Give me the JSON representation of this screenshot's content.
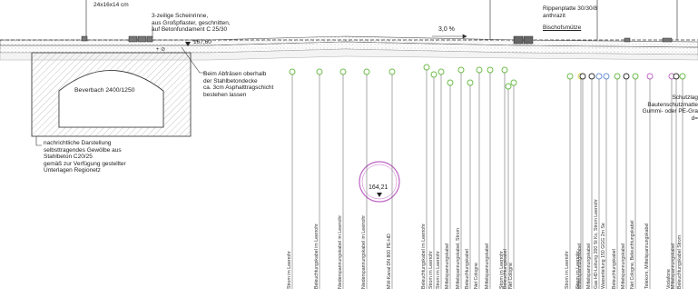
{
  "drawing": {
    "top_dimension": "24x16x14 cm",
    "header_fragment": "",
    "gutter_note": [
      "3-zeilige Scheinrinne,",
      "aus Großpflaster, geschnitten,",
      "auf Betonfundament C 25/30"
    ],
    "slab_elevation": "167,60",
    "slope": "3,0 %",
    "rib_plate": [
      "Rippenplatte 30/30/8",
      "anthrazit"
    ],
    "curb": "Bischofsmütze",
    "culvert_label": "Beverbach 2400/1250",
    "milling_note": [
      "Beim Abfräsen oberhalb",
      "der Stahlbetondecke",
      "ca. 3cm Asphalttragschicht",
      "bestehen lassen"
    ],
    "vault_note": [
      "nachrichtliche Darstellung",
      "selbsttragendes Gewölbe aus",
      "Stahlbeton C20/25",
      "gemäß zur Verfügung gestellter",
      "Unterlagen Regionetz"
    ],
    "protection_note": [
      "Schutzlag",
      "Bautenschutzmatte",
      "Gummi- oder PE-Gra",
      "d="
    ],
    "canal_elevation": "164,21"
  },
  "colors": {
    "line": "#333333",
    "green": "#6dbd4a",
    "purple": "#c06ac6",
    "blue": "#6b8fd6",
    "yellow": "#d8d24a",
    "hatch": "#aaaaaa"
  },
  "utilities": [
    {
      "label": "Strom im Leerrohr",
      "color": "green"
    },
    {
      "label": "Beleuchtungskabel im Leerrohr",
      "color": "green"
    },
    {
      "label": "Niederspannungskabel im Leerrohr",
      "color": "green"
    },
    {
      "label": "Niederspannungskabel im Leerrohr",
      "color": "green"
    },
    {
      "label": "MW-Kanal DN 800 PE-HD",
      "color": "green"
    },
    {
      "label": "Beleuchtungskabel im Leerrohr",
      "color": "green"
    },
    {
      "label": "Strom im Leerrohr",
      "color": "green"
    },
    {
      "label": "Strom im Leerrohr",
      "color": "green"
    },
    {
      "label": "Mittelspannungskabel",
      "color": "green"
    },
    {
      "label": "Mittelspannungskabel, Strom",
      "color": "green"
    },
    {
      "label": "Beleuchtungskabel",
      "color": "green"
    },
    {
      "label": "Net Cologne",
      "color": "green"
    },
    {
      "label": "Mittelspannungskabel",
      "color": "green"
    },
    {
      "label": "Strom im Leerrohr",
      "color": "green"
    },
    {
      "label": "Beleuchtungskabel",
      "color": "green"
    },
    {
      "label": "Net Cologne",
      "color": "green"
    },
    {
      "label": "Strom im Leerrohr",
      "color": "green"
    },
    {
      "label": "Strom im Leerrohr",
      "color": "yellow"
    },
    {
      "label": "Gas HD-Leitung 200 St Kx, Strom Leerrohr",
      "color": "blue"
    },
    {
      "label": "Wasserleitung 150 GGG 2m Se",
      "color": "blue"
    },
    {
      "label": "Beleuchtungskabel",
      "color": "green"
    },
    {
      "label": "Net Cologne, Beleuchtungskabel",
      "color": "green"
    },
    {
      "label": "Telekom, Mittelspannungskabel",
      "color": "purple"
    },
    {
      "label": "Vodafone",
      "color": "purple"
    },
    {
      "label": "Beleuchtungskabel Strom",
      "color": "green"
    },
    {
      "label": "Mittelspannungskabel",
      "color": "line"
    },
    {
      "label": "Mittelspannungskabel",
      "color": "line"
    },
    {
      "label": "Mittelspannungskabel",
      "color": "line"
    },
    {
      "label": "Mittelspannungskabel",
      "color": "line"
    }
  ]
}
